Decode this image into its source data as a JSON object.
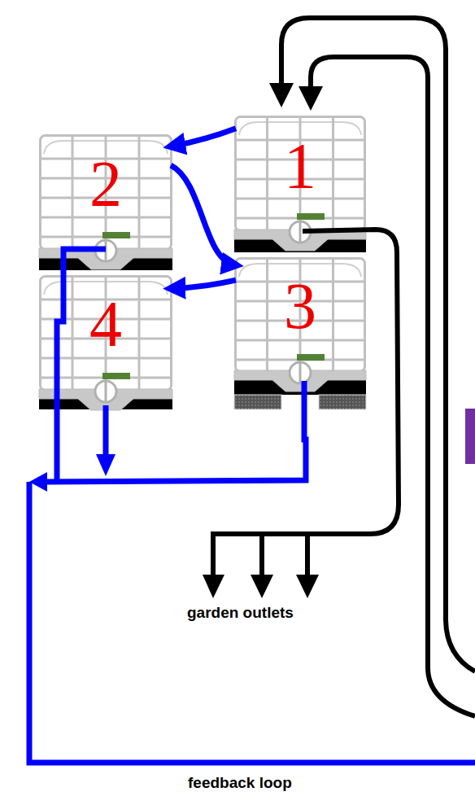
{
  "diagram": {
    "nodes": [
      {
        "text": [
          "1"
        ]
      },
      {
        "text": [
          "2"
        ]
      },
      {
        "text": [
          "3"
        ]
      },
      {
        "text": [
          "4"
        ]
      }
    ],
    "edges": [
      {
        "from": 0,
        "to": 1,
        "arrow": "to"
      },
      {
        "from": 1,
        "to": 2,
        "arrow": "to"
      },
      {
        "from": 2,
        "to": 3,
        "arrow": "to"
      }
    ],
    "labels": [
      "garden outlets",
      "feedback loop"
    ]
  }
}
